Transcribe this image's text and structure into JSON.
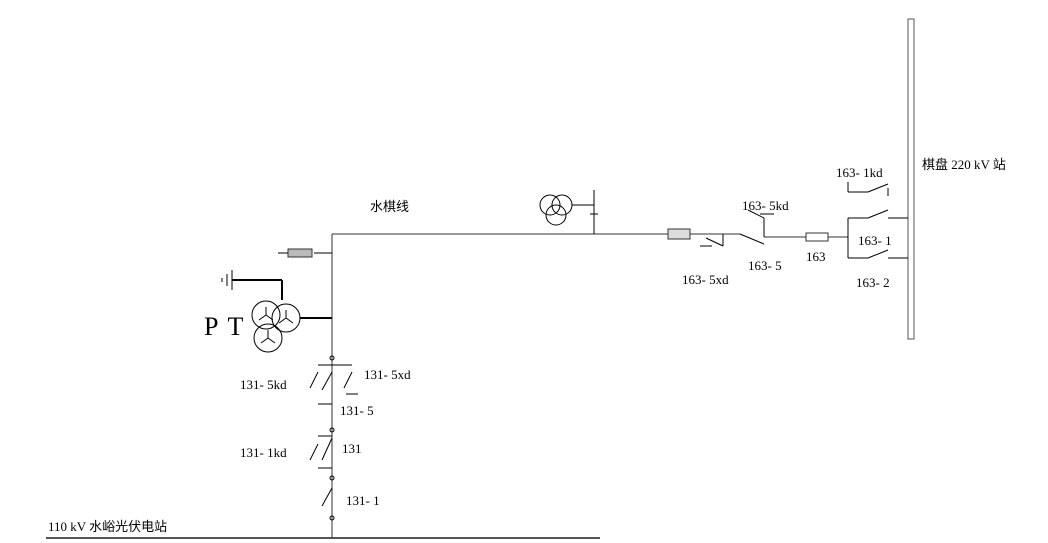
{
  "labels": {
    "line_name": "水棋线",
    "station_220": "棋盘 220 kV 站",
    "station_110": "110 kV 水峪光伏电站",
    "pt": "P T",
    "sw_163_1kd": "163- 1kd",
    "sw_163_5kd": "163- 5kd",
    "sw_163_1": "163- 1",
    "sw_163_2": "163- 2",
    "sw_163": "163",
    "sw_163_5": "163- 5",
    "sw_163_5xd": "163- 5xd",
    "sw_131_5kd": "131- 5kd",
    "sw_131_5xd": "131- 5xd",
    "sw_131_5": "131- 5",
    "sw_131_1kd": "131- 1kd",
    "sw_131": "131",
    "sw_131_1": "131- 1"
  }
}
